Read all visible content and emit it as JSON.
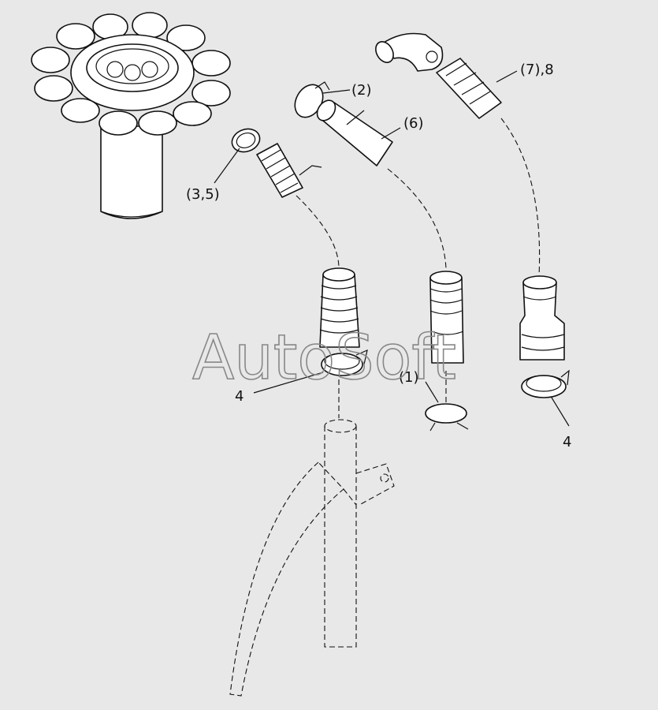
{
  "watermark": "AutoSoft",
  "callouts": {
    "c1": "(1)",
    "c2": "(2)",
    "c35": "(3,5)",
    "c4a": "4",
    "c4b": "4",
    "c6": "(6)",
    "c78": "(7),8"
  },
  "colors": {
    "background": "#e8e8e8",
    "line": "#111111",
    "part_fill": "#ffffff",
    "watermark": "#888888"
  }
}
